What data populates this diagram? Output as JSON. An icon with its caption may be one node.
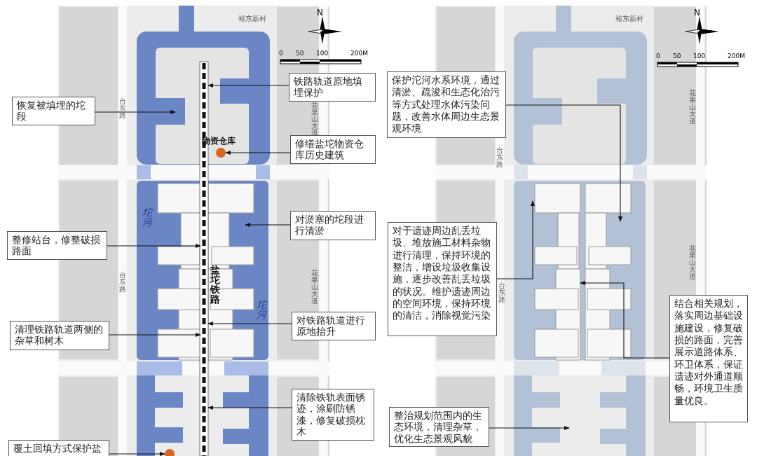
{
  "diagram": {
    "nodes": [
      {
        "text": [
          "铁路轨道原地填埋保护"
        ]
      },
      {
        "text": [
          "恢复被填埋的坨段"
        ]
      },
      {
        "text": [
          "修缮盐坨物资仓库历史建筑"
        ]
      },
      {
        "text": [],
        "shape": "circle"
      },
      {
        "text": [
          "对淤塞的坨段进行清淤"
        ]
      },
      {
        "text": [
          "整修站台，修整破损路面"
        ]
      },
      {
        "text": [
          "清理铁路轨道两侧的杂草和树木"
        ]
      },
      {
        "text": [
          "对铁路轨道进行原地抬升"
        ]
      },
      {
        "text": [
          "清除铁轨表面锈迹，涂刷防锈漆，修复破损枕木"
        ]
      },
      {
        "text": [
          "覆土回填方式保护盐"
        ]
      },
      {
        "text": [],
        "shape": "circle"
      },
      {
        "text": [
          "保护沱河水系环境，通过清淤、疏浚和生态化治污等方式处理水体污染问题，改善水体周边生态景观环境"
        ]
      },
      {
        "text": [
          "对于遗迹周边乱丢垃圾、堆放施工材料杂物进行清理，保持环境的整洁，增设垃圾收集设施，逐步改善乱丢垃圾的状况。维护遗迹周边的空间环境，保持环境的清洁，消除视觉污染"
        ]
      },
      {
        "text": [
          "结合相关规划，落实周边基础设施建设，修复破损的路面，完善展示道路体系、环卫体系，保证遗迹对外通道顺畅，环境卫生质量优良。"
        ]
      },
      {
        "text": [
          "整治规划范围内的生态环境，清理杂草，优化生态景观风貌"
        ]
      }
    ],
    "edges": [
      {
        "from": 0,
        "to": null,
        "arrow": "to"
      },
      {
        "from": 1,
        "to": null,
        "arrow": "to"
      },
      {
        "from": 2,
        "to": 3,
        "arrow": "to"
      },
      {
        "from": 4,
        "to": null,
        "arrow": "to"
      },
      {
        "from": 5,
        "to": null,
        "arrow": "to"
      },
      {
        "from": 6,
        "to": null,
        "arrow": "to"
      },
      {
        "from": 7,
        "to": null,
        "arrow": "to"
      },
      {
        "from": 8,
        "to": null,
        "arrow": "to"
      },
      {
        "from": 9,
        "to": 10,
        "arrow": "to"
      },
      {
        "from": 11,
        "to": null,
        "arrow": "to"
      },
      {
        "from": 12,
        "to": null,
        "arrow": "to"
      },
      {
        "from": 13,
        "to": null,
        "arrow": "to"
      },
      {
        "from": 14,
        "to": null,
        "arrow": "to"
      }
    ],
    "labels": [
      "N",
      "0",
      "50",
      "100",
      "200M",
      "裕东新村",
      "台东路",
      "花果山大道",
      "物资仓库",
      "坨河",
      "台东路",
      "盐坨铁路",
      "花果山大道",
      "坨河",
      "N",
      "0",
      "50",
      "100",
      "200M",
      "裕东新村",
      "台东路",
      "花果山大道",
      "台东路",
      "花果山大道"
    ]
  }
}
